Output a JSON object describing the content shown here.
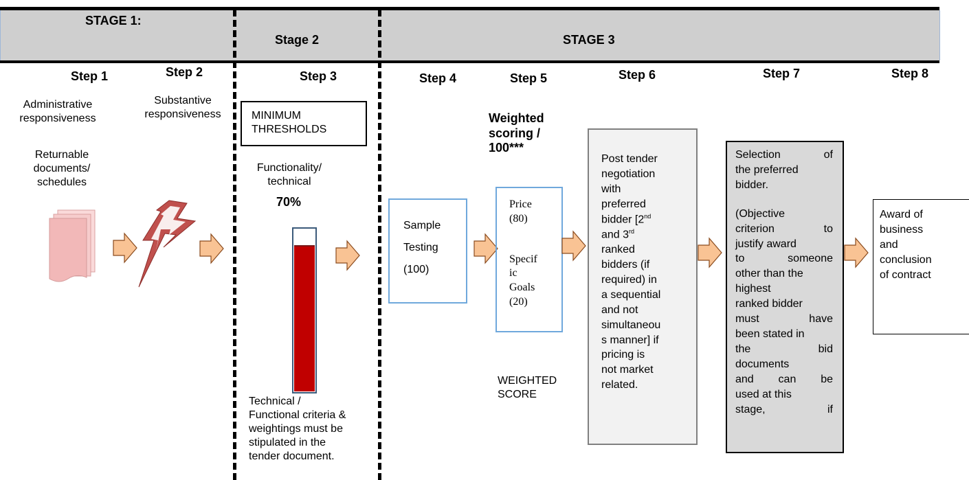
{
  "stages": {
    "stage1": "STAGE 1:",
    "stage2": "Stage 2",
    "stage3": "STAGE 3"
  },
  "steps": {
    "step1": "Step 1",
    "step2": "Step 2",
    "step3": "Step 3",
    "step4": "Step 4",
    "step5": "Step 5",
    "step6": "Step 6",
    "step7": "Step 7",
    "step8": "Step 8"
  },
  "step1": {
    "line1": "Administrative",
    "line2": "responsiveness",
    "docs1": "Returnable",
    "docs2": "documents/",
    "docs3": "schedules",
    "icon": "document-stack-icon"
  },
  "step2": {
    "line1": "Substantive",
    "line2": "responsiveness",
    "icon": "lightning-bolt-icon"
  },
  "step3": {
    "box_line1": "MINIMUM",
    "box_line2": "THRESHOLDS",
    "func1": "Functionality/",
    "func2": "technical",
    "percent": "70%",
    "threshold_fill": 0.9,
    "note1": "Technical /",
    "note2": "Functional criteria &",
    "note3": "weightings must be",
    "note4": "stipulated in the",
    "note5": "tender document."
  },
  "step4": {
    "line1": "Sample",
    "line2": "Testing",
    "line3": "(100)"
  },
  "step5": {
    "head1": "Weighted",
    "head2": "scoring /",
    "head3": "100***",
    "price1": "Price",
    "price2": "(80)",
    "goals1": "Specif",
    "goals2": "ic",
    "goals3": "Goals",
    "goals4": "(20)",
    "ws1": "WEIGHTED",
    "ws2": "SCORE"
  },
  "step6": {
    "l1": "Post tender",
    "l2": "negotiation",
    "l3": "with",
    "l4": "preferred",
    "l5a": "bidder [2",
    "l5sup": "nd",
    "l6a": "and 3",
    "l6sup": "rd",
    "l7": "ranked",
    "l8": "bidders (if",
    "l9": "required) in",
    "l10": "a sequential",
    "l11": "and not",
    "l12": "simultaneou",
    "l13": "s manner] if",
    "l14": "pricing is",
    "l15": "not market",
    "l16": "related."
  },
  "step7": {
    "l1a": "Selection",
    "l1b": "of",
    "l2": "the preferred",
    "l3": "bidder.",
    "l4": "(Objective",
    "l5a": "criterion",
    "l5b": "to",
    "l6": "justify award",
    "l7a": "to",
    "l7b": "someone",
    "l8": "other than the",
    "l9": "highest",
    "l10": "ranked bidder",
    "l11a": "must",
    "l11b": "have",
    "l12": "been stated in",
    "l13a": "the",
    "l13b": "bid",
    "l14": "documents",
    "l15a": "and",
    "l15b": "can",
    "l15c": "be",
    "l16": "used at this",
    "l17a": "stage,",
    "l17b": "if"
  },
  "step8": {
    "l1": "Award of",
    "l2": "business",
    "l3": "and",
    "l4": "conclusion",
    "l5": "of contract"
  },
  "colors": {
    "band": "#cfcfcf",
    "arrow_fill": "#f9c394",
    "arrow_stroke": "#8a4b1e",
    "thermo_red": "#c00000",
    "box_blue": "#6fa8dc",
    "doc_pink": "#f2b8b8",
    "bolt_red": "#c0504d"
  }
}
